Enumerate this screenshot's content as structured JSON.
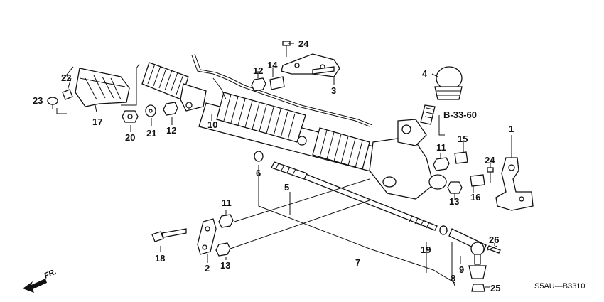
{
  "diagram": {
    "reference_code": "S5AU—B3310",
    "section_ref": "B-33-60",
    "direction_label": "FR.",
    "callouts": [
      "1",
      "2",
      "3",
      "4",
      "5",
      "6",
      "7",
      "8",
      "9",
      "10",
      "11",
      "11",
      "12",
      "12",
      "13",
      "13",
      "14",
      "15",
      "16",
      "17",
      "18",
      "19",
      "20",
      "21",
      "22",
      "23",
      "24",
      "24",
      "25",
      "26"
    ]
  }
}
